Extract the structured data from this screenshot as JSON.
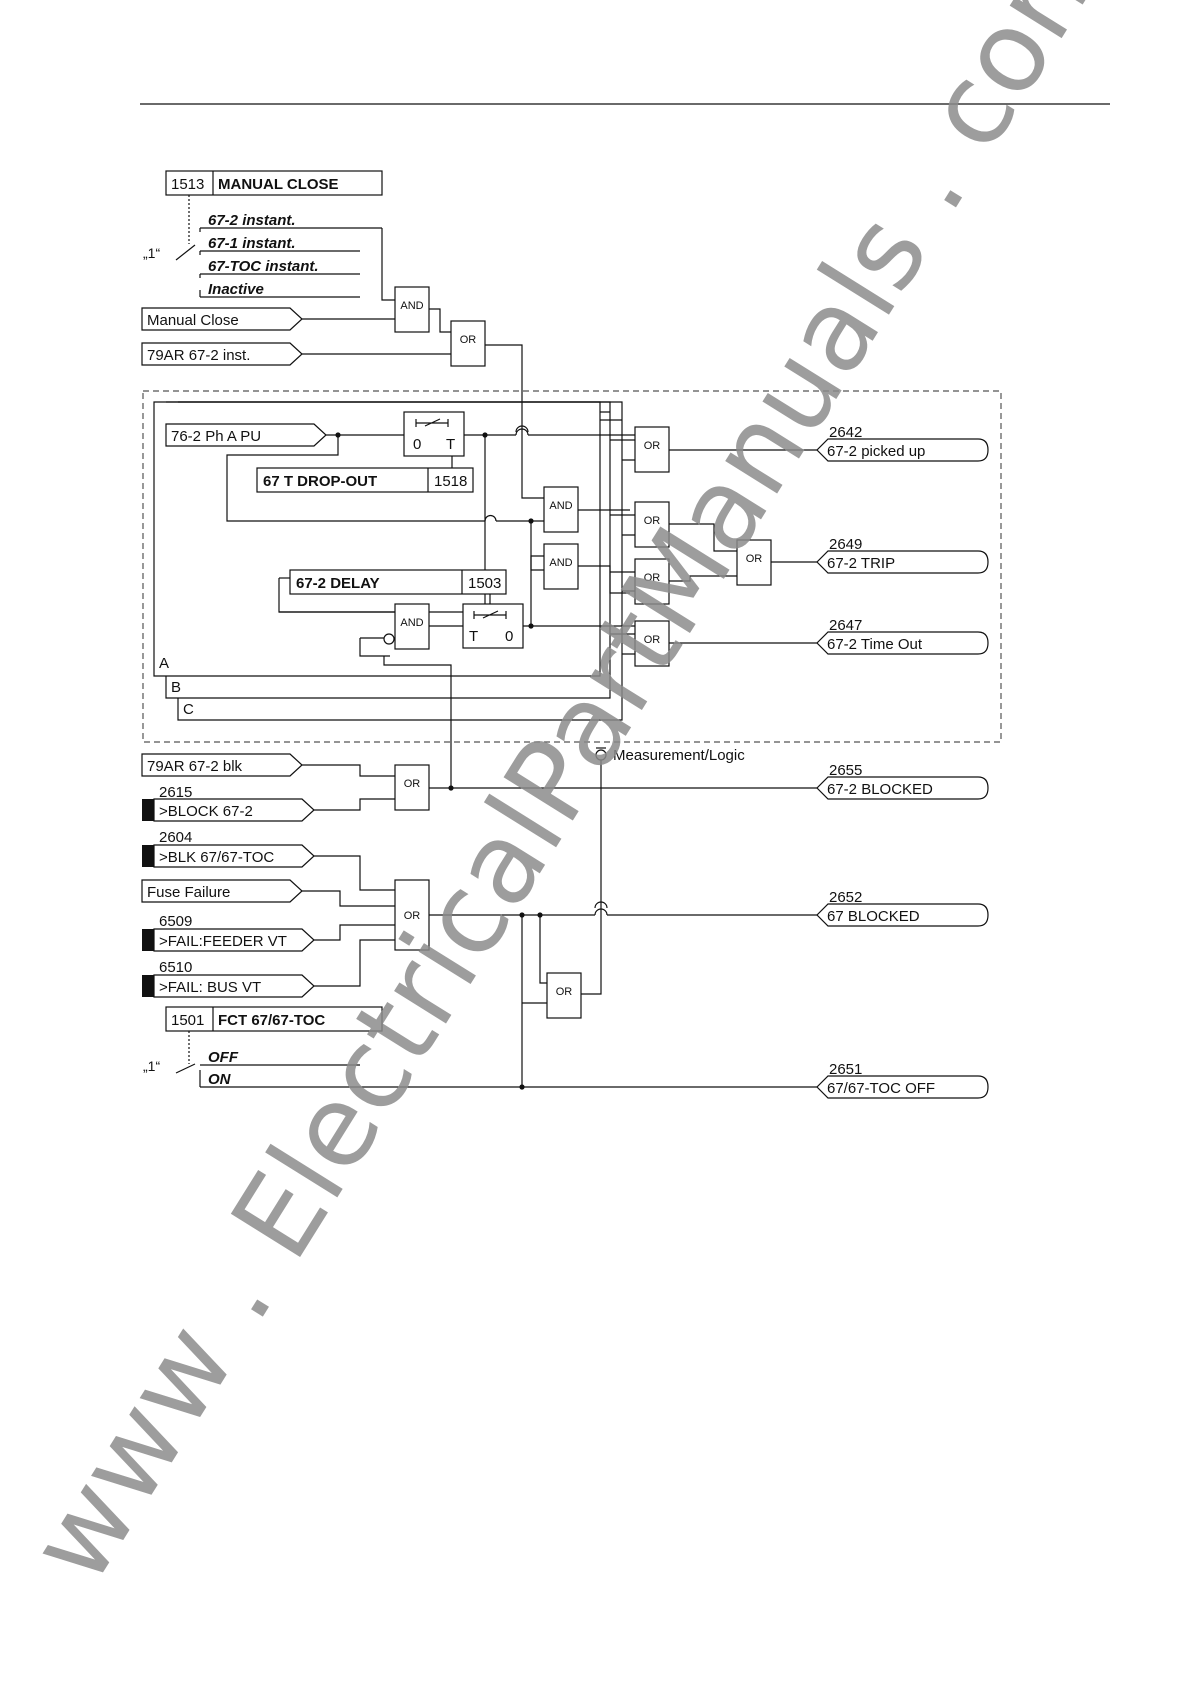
{
  "settings": {
    "manual_close": {
      "address": "1513",
      "name": "MANUAL CLOSE",
      "option_one": "„1“",
      "options": [
        "67-2 instant.",
        "67-1 instant.",
        "67-TOC instant.",
        "Inactive"
      ]
    },
    "drop_out": {
      "address": "1518",
      "name": "67 T DROP-OUT"
    },
    "delay": {
      "address": "1503",
      "name": "67-2 DELAY"
    },
    "fct": {
      "address": "1501",
      "name": "FCT 67/67-TOC",
      "option_one": "„1“",
      "options": [
        "OFF",
        "ON"
      ]
    }
  },
  "inputs": {
    "manual_close": "Manual Close",
    "ar_inst": "79AR 67-2 inst.",
    "ph_pu": "76-2 Ph A PU",
    "ar_blk": "79AR 67-2 blk",
    "block_672": {
      "number": "2615",
      "label": ">BLOCK 67-2"
    },
    "blk_67": {
      "number": "2604",
      "label": ">BLK 67/67-TOC"
    },
    "fuse_failure": "Fuse Failure",
    "fail_feeder": {
      "number": "6509",
      "label": ">FAIL:FEEDER VT"
    },
    "fail_bus": {
      "number": "6510",
      "label": ">FAIL: BUS VT"
    }
  },
  "phases": [
    "A",
    "B",
    "C"
  ],
  "gates": {
    "and": "AND",
    "or": "OR"
  },
  "timers": {
    "pickup_left": "0",
    "pickup_right": "T",
    "delay_left": "T",
    "delay_right": "0"
  },
  "measurement_logic": "Measurement/Logic",
  "outputs": [
    {
      "number": "2642",
      "label": "67-2 picked up"
    },
    {
      "number": "2649",
      "label": "67-2 TRIP"
    },
    {
      "number": "2647",
      "label": "67-2 Time Out"
    },
    {
      "number": "2655",
      "label": "67-2 BLOCKED"
    },
    {
      "number": "2652",
      "label": "67 BLOCKED"
    },
    {
      "number": "2651",
      "label": "67/67-TOC  OFF"
    }
  ],
  "watermark": "www . ElectricalPartManuals . com"
}
